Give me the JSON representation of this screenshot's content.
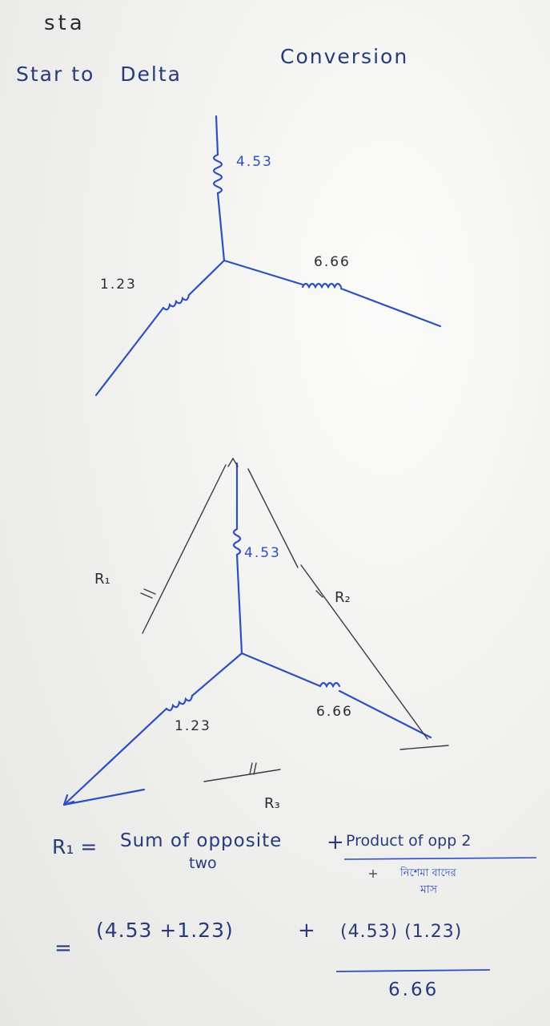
{
  "header": {
    "scribble": "sta",
    "title_part1": "Star to",
    "title_part2": "Delta",
    "title_part3": "Conversion"
  },
  "star_diagram": {
    "r_top": "4.53",
    "r_right": "6.66",
    "r_left": "1.23"
  },
  "delta_diagram": {
    "r_top": "4.53",
    "r_right": "6.66",
    "r_left": "1.23",
    "label_r1": "R₁",
    "label_r2": "R₂",
    "label_r3": "R₃"
  },
  "formula": {
    "lhs": "R₁ =",
    "sum_text": "Sum of opposite",
    "two_text": "two",
    "plus": "+",
    "product_text": "Product of opp 2",
    "bengali_line1": "নিশেমা বাদের",
    "bengali_line2": "মাস",
    "line2_eq": "=",
    "line2_sum": "(4.53 +1.23)",
    "line2_plus": "+",
    "line2_numerator": "(4.53) (1.23)",
    "line2_denominator": "6.66"
  },
  "colors": {
    "ink": "#2f4fbf",
    "ink_dark": "#283a7a",
    "paper": "#f1f0ee"
  }
}
